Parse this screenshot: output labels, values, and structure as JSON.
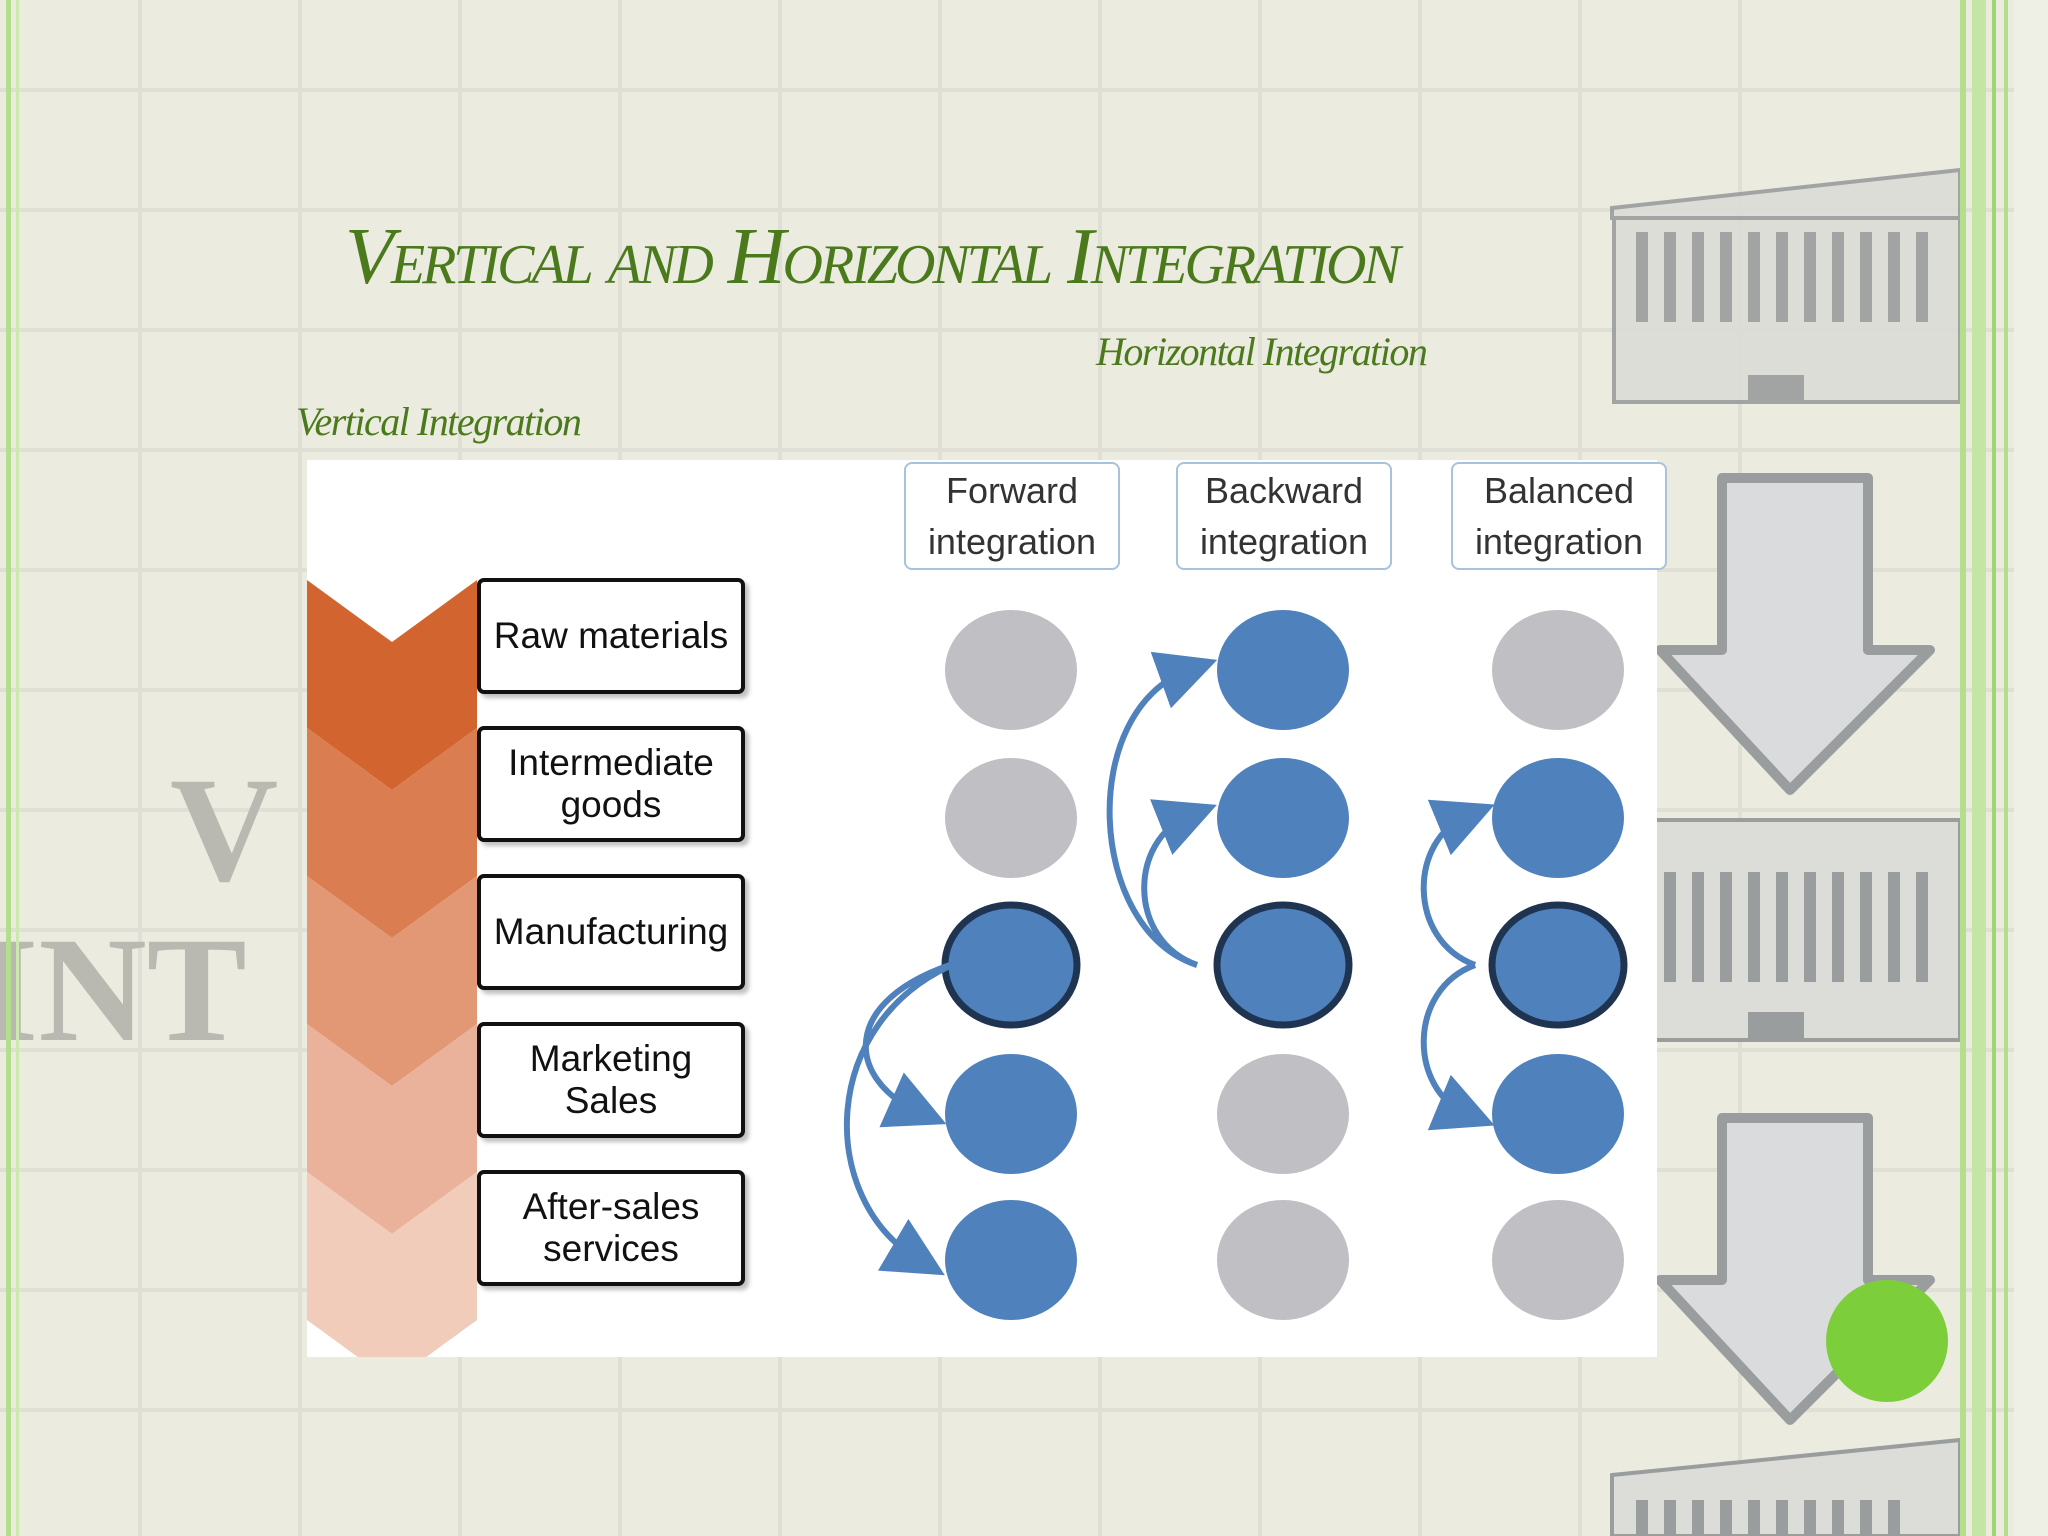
{
  "slide": {
    "title": "Vertical and Horizontal Integration",
    "horizontal_label": "Horizontal Integration",
    "vertical_label": "Vertical Integration",
    "background_letters": [
      "V",
      "INT"
    ]
  },
  "colors": {
    "title_green": "#4a7a1c",
    "accent_green": "#7ccf3a",
    "node_blue": "#4f81bd",
    "node_gray": "#c0bfc4",
    "chevrons": [
      "#d2642f",
      "#da7d51",
      "#e29874",
      "#eab29a",
      "#f1ccbb"
    ]
  },
  "value_chain": {
    "stages": [
      {
        "label": "Raw materials"
      },
      {
        "label": "Intermediate\ngoods"
      },
      {
        "label": "Manufacturing"
      },
      {
        "label": "Marketing\nSales"
      },
      {
        "label": "After-sales\nservices"
      }
    ]
  },
  "integration": {
    "columns": [
      {
        "label": "Forward\nintegration",
        "nodes": [
          "gray",
          "gray",
          "focus",
          "blue",
          "blue"
        ]
      },
      {
        "label": "Backward\nintegration",
        "nodes": [
          "blue",
          "blue",
          "focus",
          "gray",
          "gray"
        ]
      },
      {
        "label": "Balanced\nintegration",
        "nodes": [
          "gray",
          "blue",
          "focus",
          "blue",
          "gray"
        ]
      }
    ]
  },
  "icons": [
    "down-arrow-icon",
    "building-icon"
  ]
}
